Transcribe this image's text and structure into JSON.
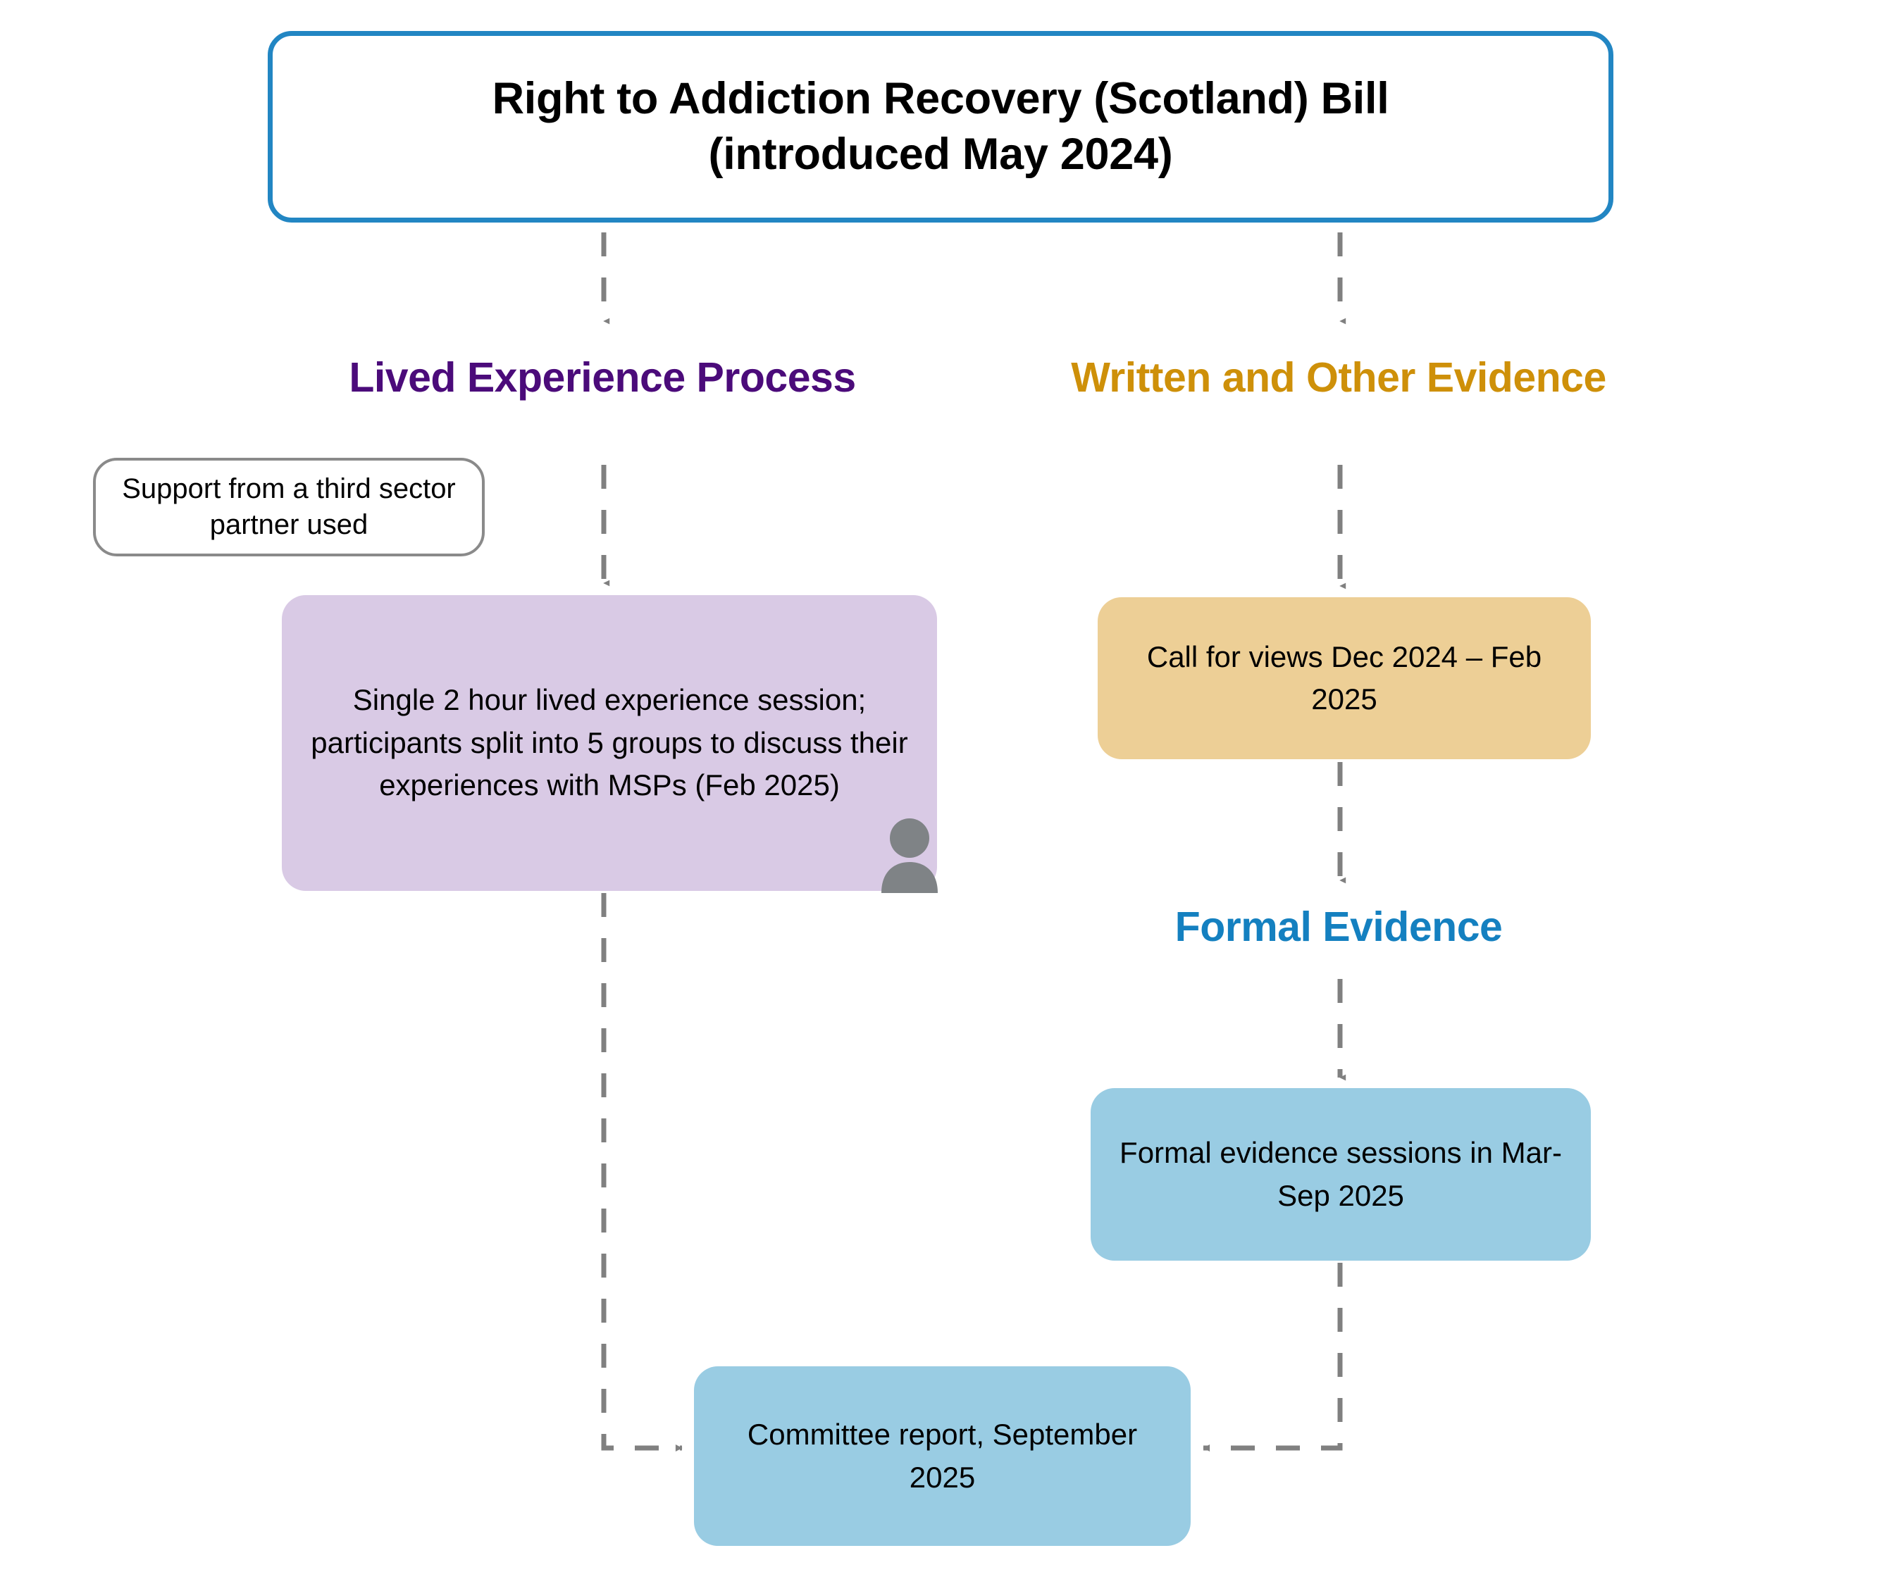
{
  "diagram": {
    "title_box": {
      "line1": "Right to Addiction Recovery (Scotland) Bill",
      "line2": "(introduced May 2024)",
      "border_color": "#2286C3"
    },
    "headings": {
      "lived_experience": "Lived Experience Process",
      "lived_experience_color": "#4B0B7A",
      "written_evidence": "Written and Other Evidence",
      "written_evidence_color": "#CE9009",
      "formal_evidence": "Formal Evidence",
      "formal_evidence_color": "#1480C0"
    },
    "callout": {
      "text": "Support from a third sector partner used",
      "border_color": "#8A8A8A"
    },
    "boxes": {
      "lived_session": {
        "text": "Single 2 hour lived experience session; participants split into 5 groups to discuss their experiences with MSPs (Feb 2025)",
        "fill": "#D9CAE5",
        "icon": "person-icon"
      },
      "call_for_views": {
        "text": "Call for views Dec 2024 – Feb 2025",
        "fill": "#EDCF96"
      },
      "formal_sessions": {
        "text": "Formal evidence sessions in Mar- Sep 2025",
        "fill": "#99CCE3"
      },
      "committee_report": {
        "text": "Committee report, September 2025",
        "fill": "#99CCE3"
      }
    },
    "connectors": {
      "style": "dashed",
      "color": "#808080",
      "arrowhead": "triangle"
    }
  }
}
